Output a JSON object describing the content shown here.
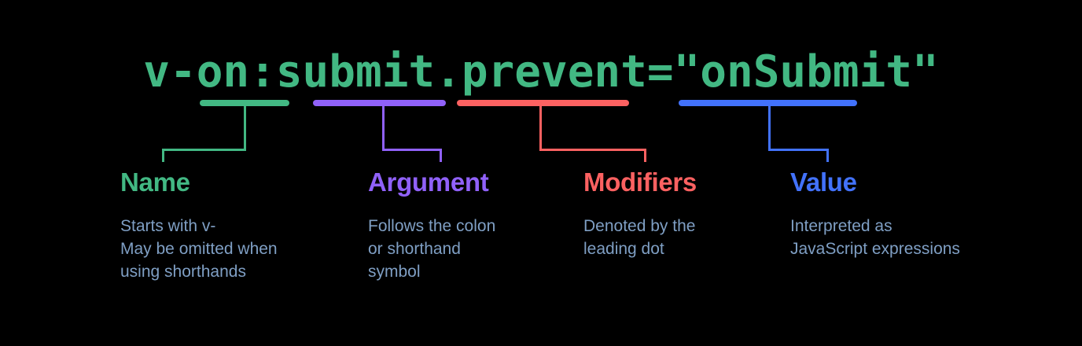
{
  "theme": {
    "background": "#000000",
    "code_color": "#42b883",
    "description_color": "#7f9fc4"
  },
  "code": {
    "expression": "v-on:submit.prevent=\"onSubmit\""
  },
  "parts": [
    {
      "id": "name",
      "title": "Name",
      "color": "#42b883",
      "token": "v-on",
      "description": "Starts with v-\nMay be omitted when\nusing shorthands"
    },
    {
      "id": "argument",
      "title": "Argument",
      "color": "#9061f9",
      "token": ":submit",
      "description": "Follows the colon\nor shorthand\nsymbol"
    },
    {
      "id": "modifiers",
      "title": "Modifiers",
      "color": "#fc6161",
      "token": ".prevent",
      "description": "Denoted by the\nleading dot"
    },
    {
      "id": "value",
      "title": "Value",
      "color": "#4272fb",
      "token": "=\"onSubmit\"",
      "description": "Interpreted as\nJavaScript expressions"
    }
  ]
}
